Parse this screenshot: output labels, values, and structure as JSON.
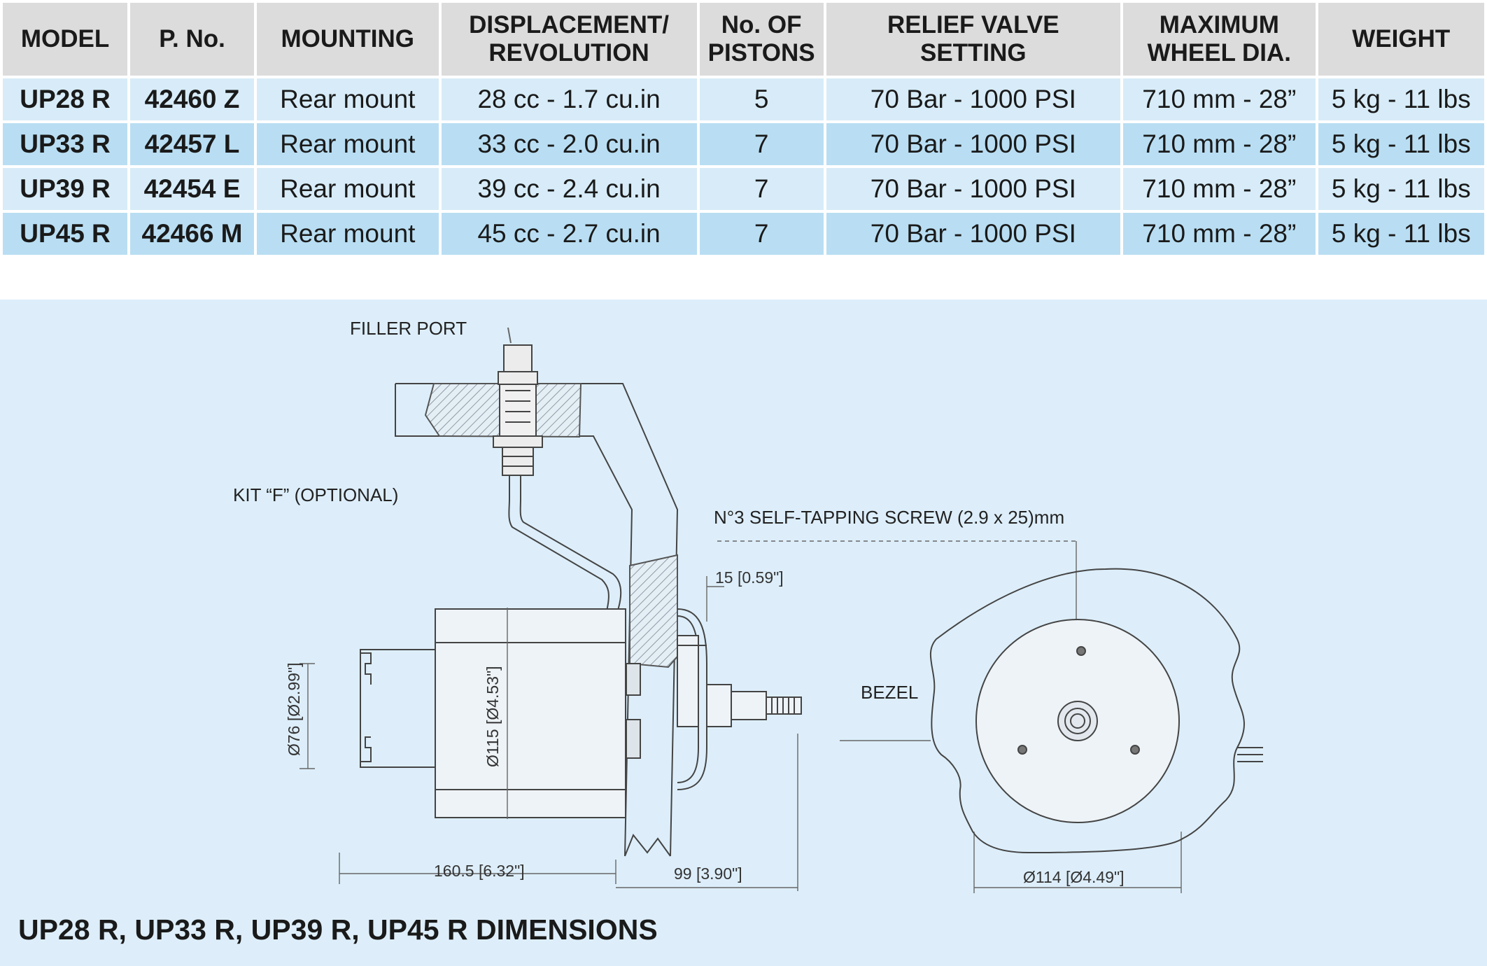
{
  "table": {
    "headers": [
      {
        "line1": "MODEL",
        "line2": ""
      },
      {
        "line1": "P. No.",
        "line2": ""
      },
      {
        "line1": "MOUNTING",
        "line2": ""
      },
      {
        "line1": "DISPLACEMENT/",
        "line2": "REVOLUTION"
      },
      {
        "line1": "No. OF",
        "line2": "PISTONS"
      },
      {
        "line1": "RELIEF VALVE",
        "line2": "SETTING"
      },
      {
        "line1": "MAXIMUM",
        "line2": "WHEEL DIA."
      },
      {
        "line1": "WEIGHT",
        "line2": ""
      }
    ],
    "rows": [
      [
        "UP28 R",
        "42460 Z",
        "Rear mount",
        "28 cc - 1.7 cu.in",
        "5",
        "70 Bar - 1000 PSI",
        "710 mm - 28”",
        "5 kg - 11 lbs"
      ],
      [
        "UP33 R",
        "42457 L",
        "Rear mount",
        "33 cc - 2.0 cu.in",
        "7",
        "70 Bar - 1000 PSI",
        "710 mm - 28”",
        "5 kg - 11 lbs"
      ],
      [
        "UP39 R",
        "42454 E",
        "Rear mount",
        "39 cc - 2.4 cu.in",
        "7",
        "70 Bar - 1000 PSI",
        "710 mm - 28”",
        "5 kg - 11 lbs"
      ],
      [
        "UP45 R",
        "42466 M",
        "Rear mount",
        "45 cc - 2.7 cu.in",
        "7",
        "70 Bar - 1000 PSI",
        "710 mm - 28”",
        "5 kg - 11 lbs"
      ]
    ]
  },
  "diagram": {
    "filler_port": "FILLER PORT",
    "kit_f": "KIT “F” (OPTIONAL)",
    "screw": "N°3 SELF-TAPPING SCREW (2.9 x 25)mm",
    "bezel": "BEZEL",
    "dim_15": "15 [0.59\"]",
    "dim_76": "Ø76 [Ø2.99\"]",
    "dim_115": "Ø115 [Ø4.53\"]",
    "dim_1605": "160.5 [6.32\"]",
    "dim_99": "99 [3.90\"]",
    "dim_114": "Ø114 [Ø4.49\"]"
  },
  "caption": "UP28 R, UP33 R, UP39 R, UP45 R DIMENSIONS"
}
